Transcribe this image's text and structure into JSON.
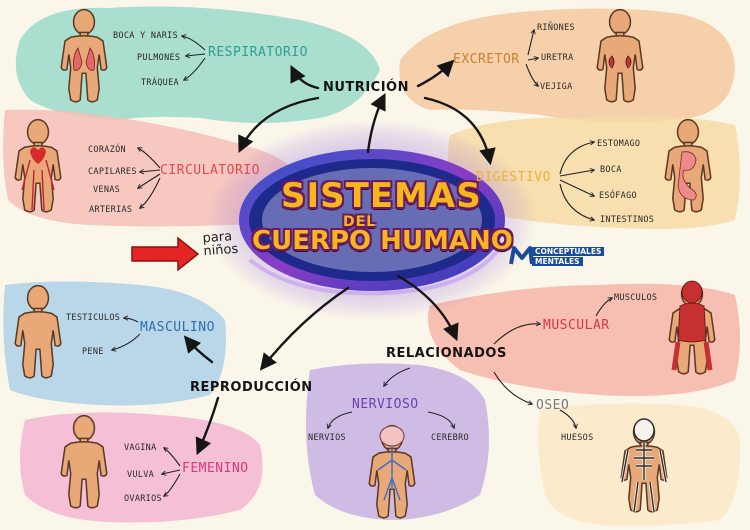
{
  "title": {
    "line1": "Sistemas",
    "line2": "del",
    "line3": "Cuerpo Humano"
  },
  "subtitle": "para niños",
  "subtitle_lines": [
    "para",
    "niños"
  ],
  "logo": {
    "mark": "M",
    "line1": "CONCEPTUALES",
    "line2": "MENTALES"
  },
  "nutricion": {
    "label": "NUTRICIÓN",
    "respiratorio": {
      "label": "RESPIRATORIO",
      "items": [
        "BOCA Y NARIS",
        "PULMONES",
        "TRÁQUEA"
      ]
    },
    "excretor": {
      "label": "EXCRETOR",
      "items": [
        "RIÑONES",
        "URETRA",
        "VEJIGA"
      ]
    },
    "circulatorio": {
      "label": "CIRCULATORIO",
      "items": [
        "CORAZÓN",
        "CAPILARES",
        "VENAS",
        "ARTERIAS"
      ]
    },
    "digestivo": {
      "label": "DIGESTIVO",
      "items": [
        "ESTOMAGO",
        "BOCA",
        "ESÓFAGO",
        "INTESTINOS"
      ]
    }
  },
  "reproduccion": {
    "label": "REPRODUCCIÓN",
    "masculino": {
      "label": "MASCULINO",
      "items": [
        "TESTICULOS",
        "PENE"
      ]
    },
    "femenino": {
      "label": "FEMENINO",
      "items": [
        "VAGINA",
        "VULVA",
        "OVARIOS"
      ]
    }
  },
  "relacionados": {
    "label": "RELACIONADOS",
    "nervioso": {
      "label": "NERVIOSO",
      "items": [
        "NERVIOS",
        "CEREBRO"
      ]
    },
    "muscular": {
      "label": "MUSCULAR",
      "items": [
        "MUSCULOS"
      ]
    },
    "oseo": {
      "label": "OSEO",
      "items": [
        "HUESOS"
      ]
    }
  },
  "colors": {
    "respiratorio": "#2f9e91",
    "excretor": "#c9822c",
    "circulatorio": "#e04a4f",
    "digestivo": "#f0b03a",
    "masculino": "#2b6fb3",
    "femenino": "#d6397d",
    "nervioso": "#6a3fb0",
    "muscular": "#d8344e",
    "oseo": "#7a7a7a",
    "skin": "#e8a877",
    "skin_outline": "#5a3a24"
  },
  "icons": [
    "human-figure-icon",
    "red-arrow-icon",
    "brain-icon",
    "skeleton-icon",
    "muscle-icon",
    "lungs-icon",
    "heart-icon",
    "kidney-icon",
    "stomach-icon"
  ]
}
